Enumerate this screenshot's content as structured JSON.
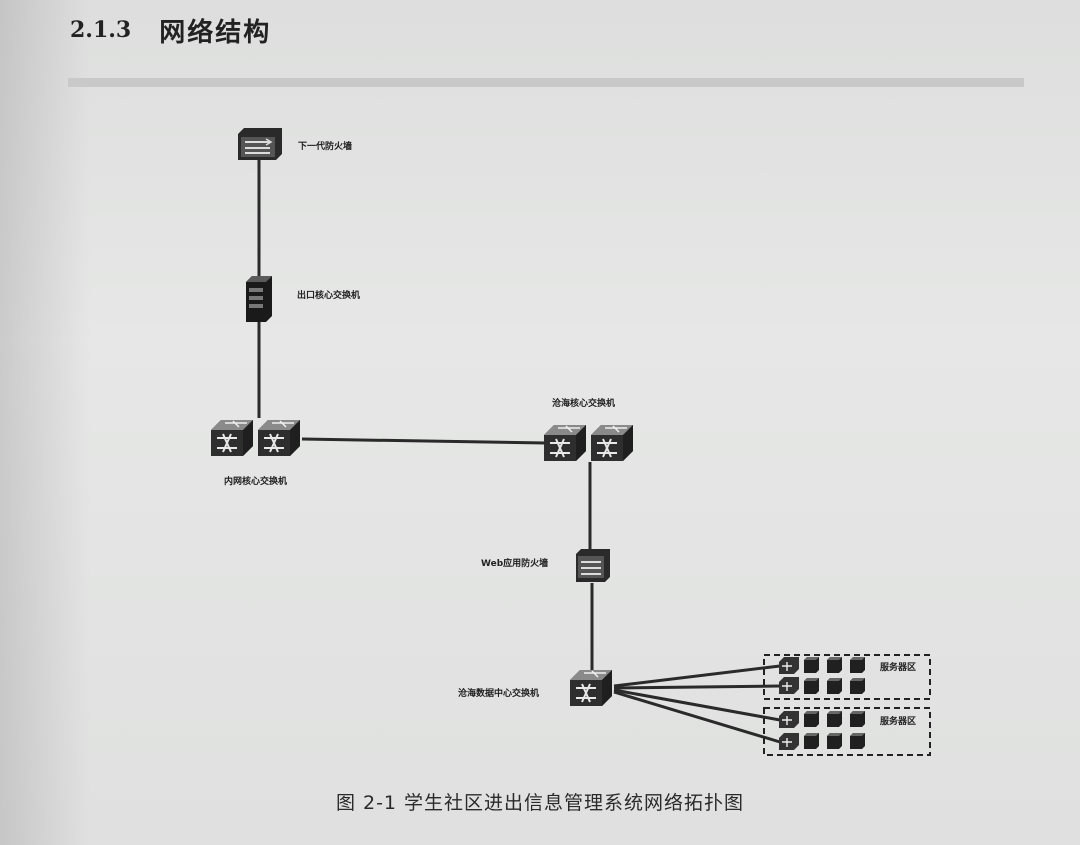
{
  "heading": {
    "number": "2.1.3",
    "title": "网络结构"
  },
  "diagram": {
    "nodes": {
      "ngfw": "下一代防火墙",
      "egress_core": "出口核心交换机",
      "intranet_core": "内网核心交换机",
      "canghai_core": "沧海核心交换机",
      "waf": "Web应用防火墙",
      "dc_core": "沧海数据中心交换机",
      "server_zone_1": "服务器区",
      "server_zone_2": "服务器区"
    }
  },
  "caption": "图 2-1 学生社区进出信息管理系统网络拓扑图"
}
